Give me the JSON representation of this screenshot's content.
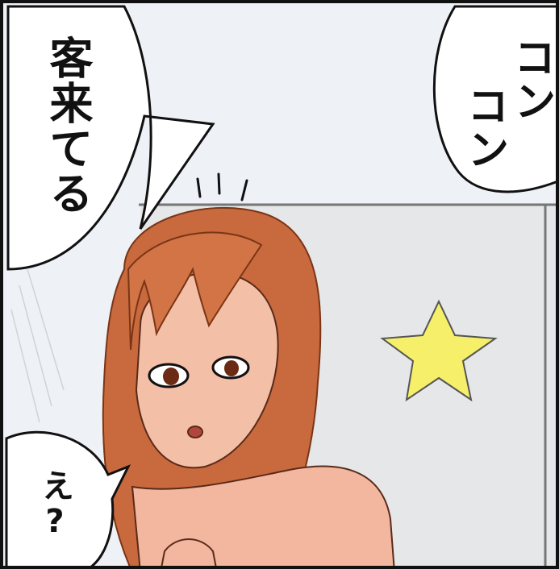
{
  "panel": {
    "speech_left": "客来てる",
    "speech_right_col1": "コン",
    "speech_right_col2": "コン",
    "speech_bottom": "え?"
  },
  "colors": {
    "hair": "#c8693e",
    "skin": "#f2b79e",
    "star": "#f6ef6a",
    "outline": "#111111",
    "wall": "#eef2f7"
  }
}
